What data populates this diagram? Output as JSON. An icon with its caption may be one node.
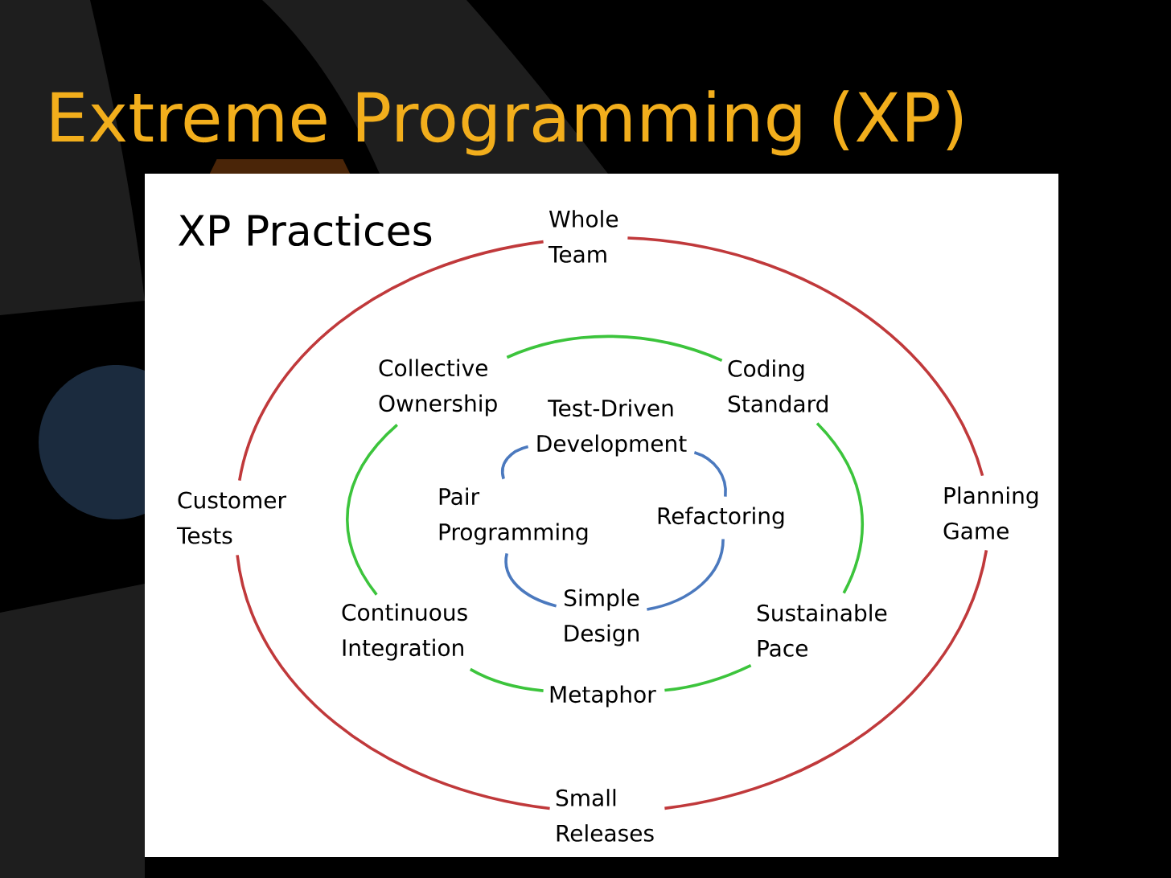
{
  "diagram": {
    "title": "Extreme Programming (XP)",
    "nodes": [
      {
        "text": [
          "Whole Team"
        ]
      },
      {
        "text": [
          "Collective Ownership"
        ]
      },
      {
        "text": [
          "Coding Standard"
        ]
      },
      {
        "text": [
          "Test-Driven Development"
        ]
      },
      {
        "text": [
          "Customer Tests"
        ]
      },
      {
        "text": [
          "Pair Programming"
        ]
      },
      {
        "text": [
          "Refactoring"
        ]
      },
      {
        "text": [
          "Planning Game"
        ]
      },
      {
        "text": [
          "Continuous Integration"
        ]
      },
      {
        "text": [
          "Simple Design"
        ]
      },
      {
        "text": [
          "Sustainable Pace"
        ]
      },
      {
        "text": [
          "Metaphor"
        ]
      },
      {
        "text": [
          "Small Releases"
        ]
      }
    ],
    "edges": [
      {
        "from": 0,
        "to": 7,
        "arrow": "none",
        "color": "#c0393b"
      },
      {
        "from": 7,
        "to": 12,
        "arrow": "none",
        "color": "#c0393b"
      },
      {
        "from": 12,
        "to": 4,
        "arrow": "none",
        "color": "#c0393b"
      },
      {
        "from": 4,
        "to": 0,
        "arrow": "none",
        "color": "#c0393b"
      },
      {
        "from": 1,
        "to": 2,
        "arrow": "none",
        "color": "#3cc43c"
      },
      {
        "from": 2,
        "to": 10,
        "arrow": "none",
        "color": "#3cc43c"
      },
      {
        "from": 10,
        "to": 11,
        "arrow": "none",
        "color": "#3cc43c"
      },
      {
        "from": 11,
        "to": 8,
        "arrow": "none",
        "color": "#3cc43c"
      },
      {
        "from": 8,
        "to": 1,
        "arrow": "none",
        "color": "#3cc43c"
      },
      {
        "from": 3,
        "to": 6,
        "arrow": "none",
        "color": "#4b79be"
      },
      {
        "from": 6,
        "to": 9,
        "arrow": "none",
        "color": "#4b79be"
      },
      {
        "from": 9,
        "to": 5,
        "arrow": "none",
        "color": "#4b79be"
      },
      {
        "from": 5,
        "to": 3,
        "arrow": "none",
        "color": "#4b79be"
      }
    ],
    "labels": [
      "XP Practices"
    ]
  }
}
